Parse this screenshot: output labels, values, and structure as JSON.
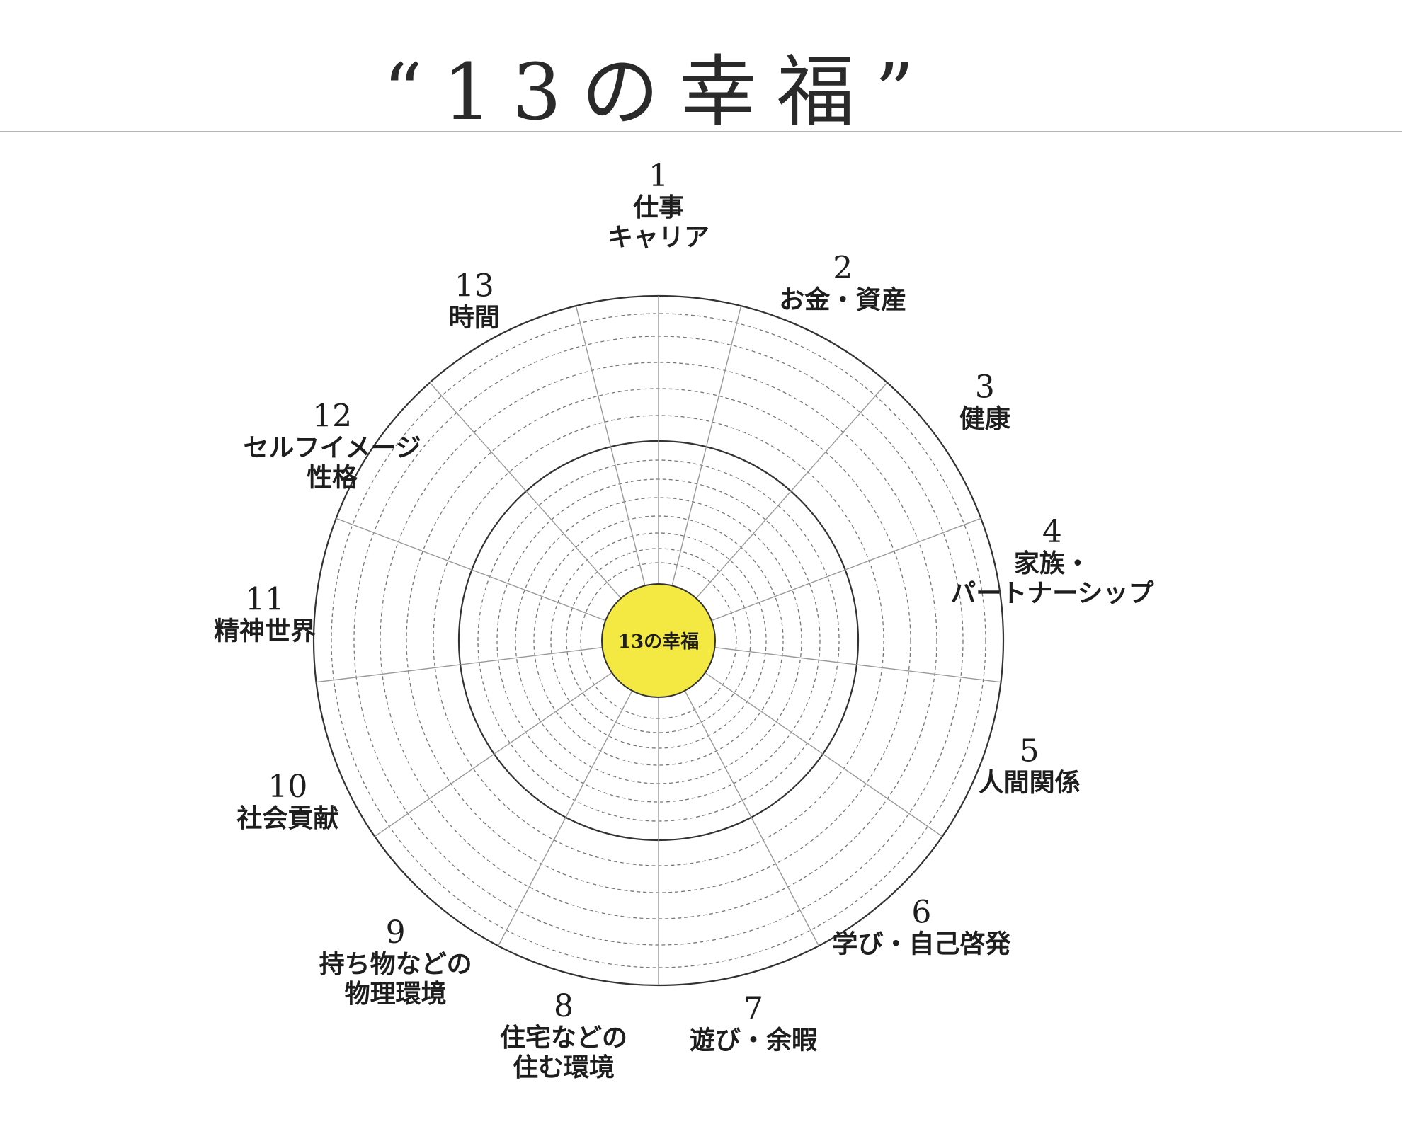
{
  "title": "“13の幸福”",
  "center_label": "13の幸福",
  "colors": {
    "center_fill": "#f4e842",
    "line": "#333333",
    "spoke": "#999999",
    "dashed": "#777777"
  },
  "categories": [
    {
      "number": "1",
      "lines": [
        "仕事",
        "キャリア"
      ]
    },
    {
      "number": "2",
      "lines": [
        "お金・資産"
      ]
    },
    {
      "number": "3",
      "lines": [
        "健康"
      ]
    },
    {
      "number": "4",
      "lines": [
        "家族・",
        "パートナーシップ"
      ]
    },
    {
      "number": "5",
      "lines": [
        "人間関係"
      ]
    },
    {
      "number": "6",
      "lines": [
        "学び・自己啓発"
      ]
    },
    {
      "number": "7",
      "lines": [
        "遊び・余暇"
      ]
    },
    {
      "number": "8",
      "lines": [
        "住宅などの",
        "住む環境"
      ]
    },
    {
      "number": "9",
      "lines": [
        "持ち物などの",
        "物理環境"
      ]
    },
    {
      "number": "10",
      "lines": [
        "社会貢献"
      ]
    },
    {
      "number": "11",
      "lines": [
        "精神世界"
      ]
    },
    {
      "number": "12",
      "lines": [
        "セルフイメージ",
        "性格"
      ]
    },
    {
      "number": "13",
      "lines": [
        "時間"
      ]
    }
  ]
}
